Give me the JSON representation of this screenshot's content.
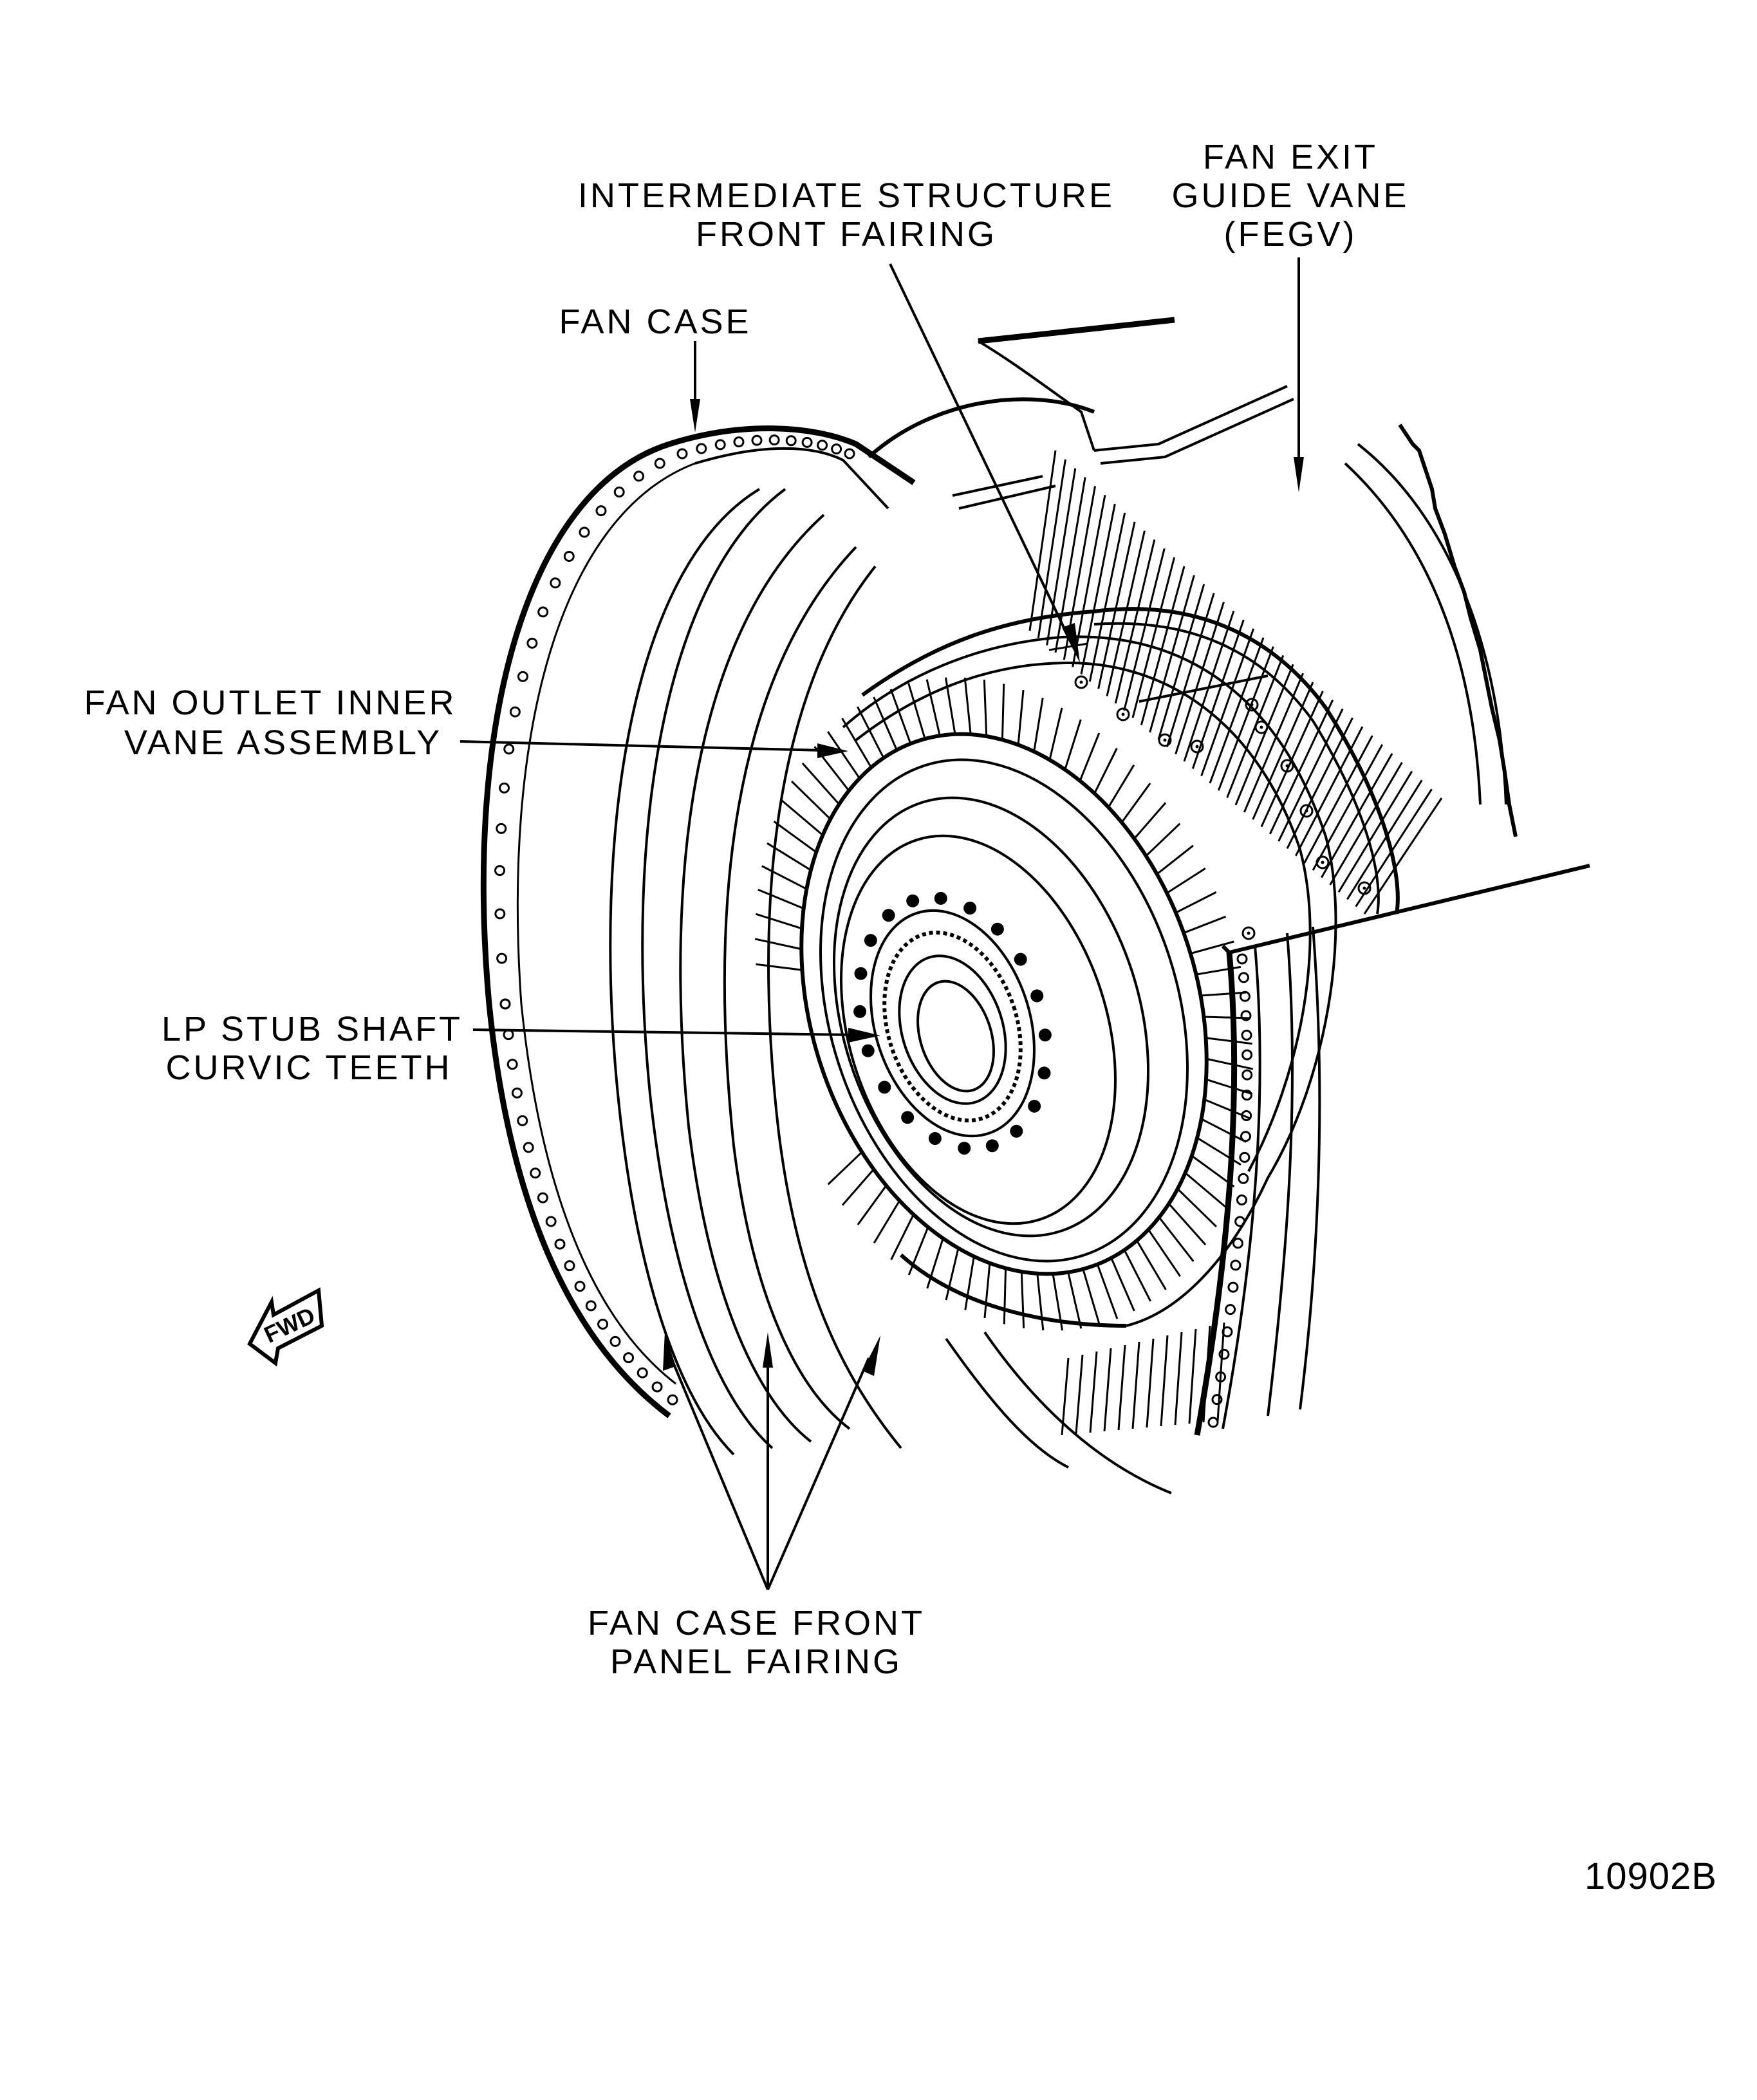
{
  "diagram": {
    "figure_id": "10902B",
    "subject": "Fan case assembly (isometric cutaway)",
    "orientation_marker": {
      "label": "FWD",
      "icon": "forward-arrow-icon"
    },
    "callouts": [
      {
        "id": "fan-case",
        "lines": [
          "FAN CASE"
        ]
      },
      {
        "id": "intermediate-structure-front-fairing",
        "lines": [
          "INTERMEDIATE STRUCTURE",
          "FRONT FAIRING"
        ]
      },
      {
        "id": "fan-exit-guide-vane",
        "lines": [
          "FAN EXIT",
          "GUIDE VANE",
          "(FEGV)"
        ]
      },
      {
        "id": "fan-outlet-inner-vane-assembly",
        "lines": [
          "FAN OUTLET INNER",
          "VANE ASSEMBLY"
        ]
      },
      {
        "id": "lp-stub-shaft-curvic-teeth",
        "lines": [
          "LP STUB SHAFT",
          "CURVIC TEETH"
        ]
      },
      {
        "id": "fan-case-front-panel-fairing",
        "lines": [
          "FAN CASE FRONT",
          "PANEL FAIRING"
        ]
      }
    ]
  }
}
